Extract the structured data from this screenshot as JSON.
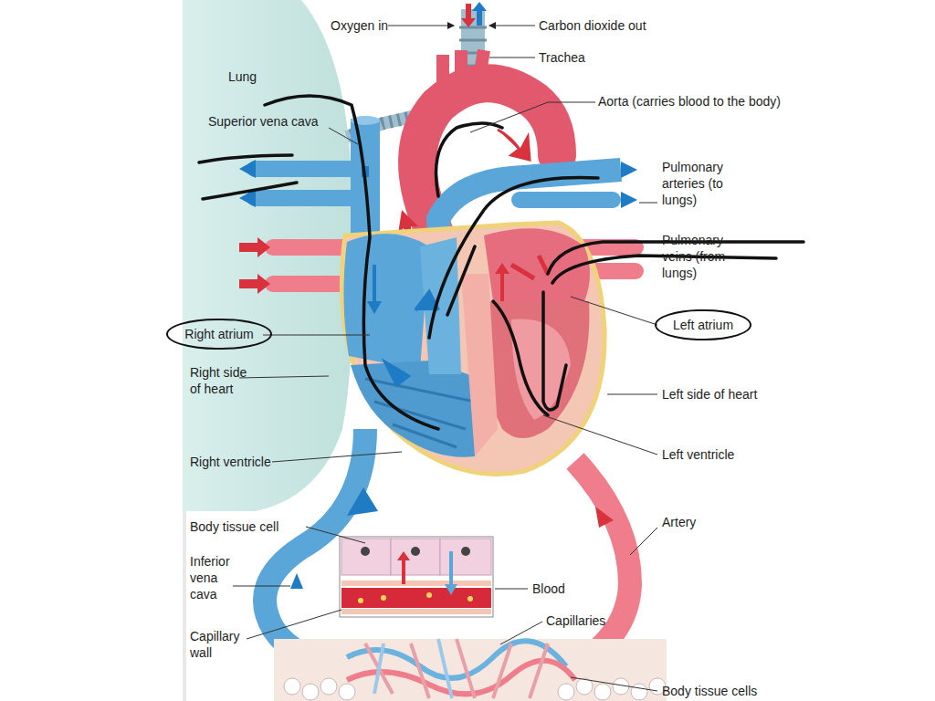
{
  "diagram": {
    "nodes": [
      {
        "text": [
          "Right atrium"
        ]
      },
      {
        "text": [
          "Left atrium"
        ]
      }
    ],
    "labels": [
      "Oxygen in",
      "Carbon dioxide out",
      "Trachea",
      "Lung",
      "Superior vena cava",
      "Aorta (carries blood to the body)",
      "Pulmonary arteries (to lungs)",
      "Pulmonary veins (from lungs)",
      "Right side of heart",
      "Left side of heart",
      "Right ventricle",
      "Left ventricle",
      "Body tissue cell",
      "Artery",
      "Inferior vena cava",
      "Blood",
      "Capillaries",
      "Capillary wall",
      "Body tissue cells"
    ]
  }
}
